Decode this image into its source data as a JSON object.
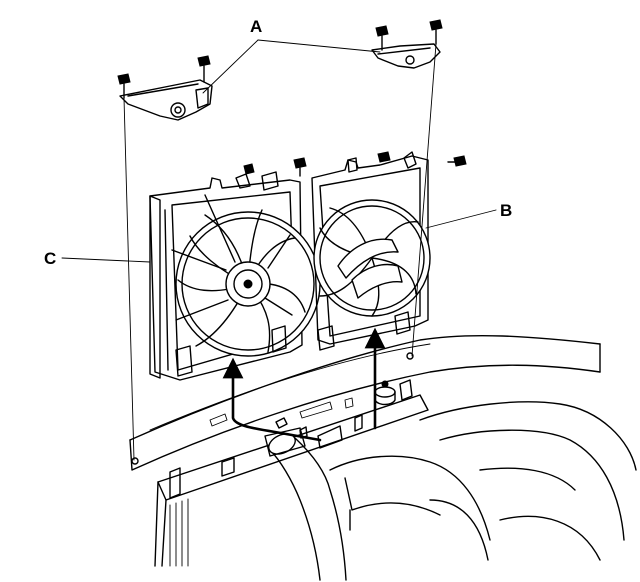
{
  "callouts": {
    "a": "A",
    "b": "B",
    "c": "C"
  },
  "colors": {
    "ink": "#000000",
    "paper": "#ffffff"
  },
  "icons": [
    "mounting-bracket-icon",
    "bolt-icon",
    "fan-blade-icon",
    "radiator-icon",
    "hose-icon",
    "arrow-up-icon"
  ]
}
